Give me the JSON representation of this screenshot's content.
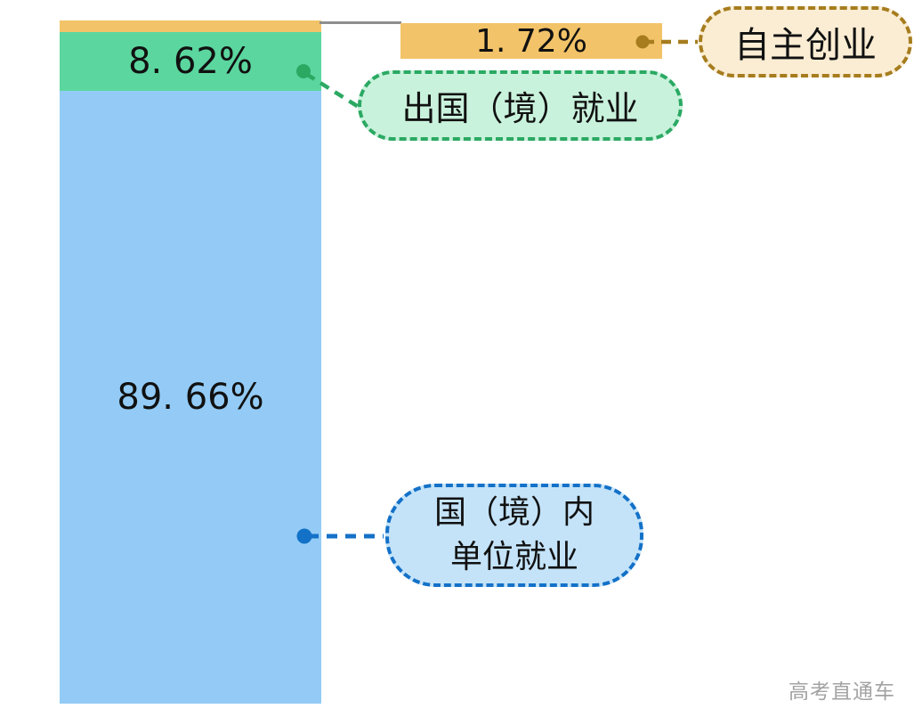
{
  "chart_data": {
    "type": "bar",
    "stacked": true,
    "orientation": "vertical",
    "unit": "percent",
    "total": 100,
    "grid": false,
    "legend_position": "callouts-right",
    "categories": [
      "自主创业",
      "出国（境）就业",
      "国（境）内单位就业"
    ],
    "values": [
      1.72,
      8.62,
      89.66
    ],
    "segments": [
      {
        "name": "自主创业",
        "value": 1.72,
        "display": "1. 72%",
        "color": "#F2C368"
      },
      {
        "name": "出国（境）就业",
        "value": 8.62,
        "display": "8. 62%",
        "color": "#5BD69F"
      },
      {
        "name": "国（境）内单位就业",
        "value": 89.66,
        "display": "89. 66%",
        "color": "#93CBF6"
      }
    ]
  },
  "callouts": {
    "entrepreneurship": {
      "label": "自主创业",
      "bg": "#FAEDD3",
      "border": "#A67C1E"
    },
    "overseas": {
      "label": "出国（境）就业",
      "bg": "#C9F2DC",
      "border": "#2BA963"
    },
    "domestic": {
      "label_line1": "国（境）内",
      "label_line2": "单位就业",
      "bg": "#C4E3F9",
      "border": "#1371C8"
    }
  },
  "colors": {
    "leader_gray": "#8E8E8E",
    "watermark_gray": "#A3A3A3",
    "text": "#111111"
  },
  "watermark": "高考直通车"
}
